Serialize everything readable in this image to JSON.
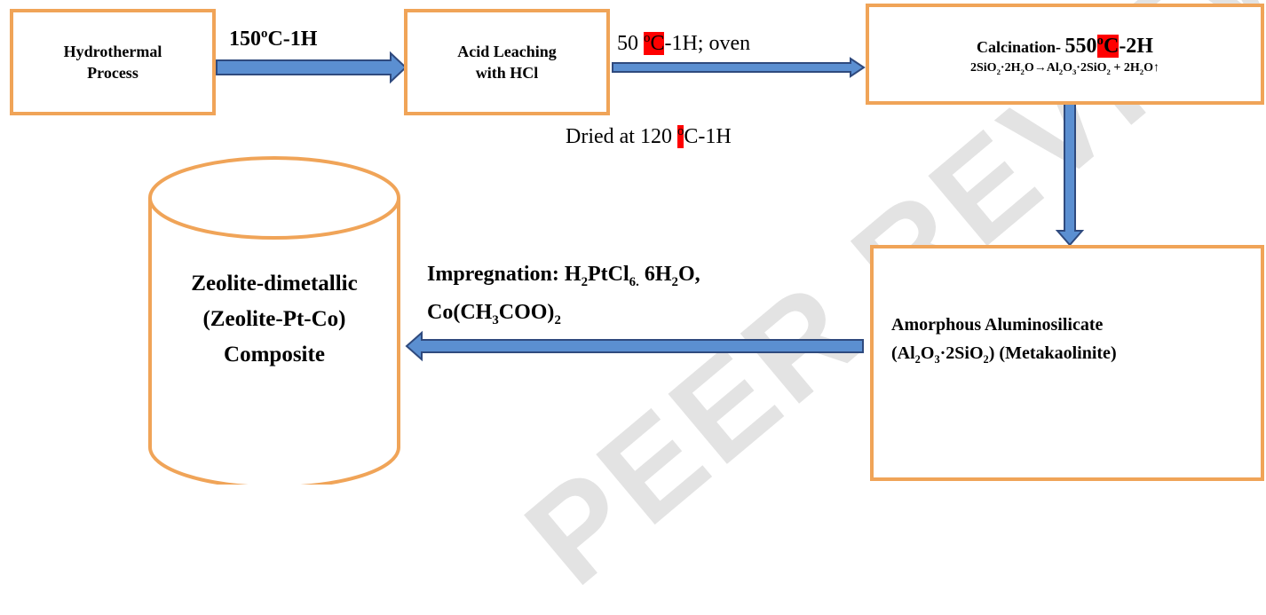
{
  "colors": {
    "box_border": "#f0a458",
    "arrow_fill": "#5b8fd1",
    "arrow_outline": "#2f4a7e",
    "highlight": "#ff0000",
    "watermark": "#e3e3e3"
  },
  "watermark": {
    "text": "PEER REVIEW"
  },
  "nodes": {
    "hydrothermal": {
      "line1": "Hydrothermal",
      "line2": "Process"
    },
    "acid": {
      "line1": "Acid Leaching",
      "line2": "with HCl"
    },
    "calcination": {
      "title": "Calcination-",
      "temp": "550",
      "deg": "o",
      "unit": "C",
      "time": "-2H",
      "eq": {
        "a": "2SiO",
        "a_sub": "2",
        "b": "·2H",
        "b_sub": "2",
        "c": "O→Al",
        "c_sub": "2",
        "d": "O",
        "d_sub": "3",
        "e": "·2SiO",
        "e_sub": "2",
        "f": " + 2H",
        "f_sub": "2",
        "g": "O↑"
      }
    },
    "amorphous": {
      "line1": "Amorphous Aluminosilicate",
      "p1": "(Al",
      "p1_sub": "2",
      "p2": "O",
      "p2_sub": "3",
      "p3": "·2SiO",
      "p3_sub": "2",
      "p4": ") (Metakaolinite)"
    },
    "composite": {
      "line1": "Zeolite-dimetallic",
      "line2": "(Zeolite-Pt-Co)",
      "line3": "Composite"
    }
  },
  "edges": {
    "e1": {
      "pre": "150",
      "sup": "o",
      "post": "C-1H"
    },
    "e2": {
      "pre": "50 ",
      "deg": "o",
      "unit": "C",
      "post": "-1H; oven"
    },
    "e2b": {
      "pre": "Dried at 120 ",
      "deg": "o",
      "unit": "C",
      "post": "-1H"
    },
    "e4": {
      "l1a": "Impregnation: H",
      "l1a_sub": "2",
      "l1b": "PtCl",
      "l1b_sub": "6.",
      "l1c": " 6H",
      "l1c_sub": "2",
      "l1d": "O,",
      "l2a": "Co(CH",
      "l2a_sub": "3",
      "l2b": "COO)",
      "l2b_sub": "2"
    }
  }
}
